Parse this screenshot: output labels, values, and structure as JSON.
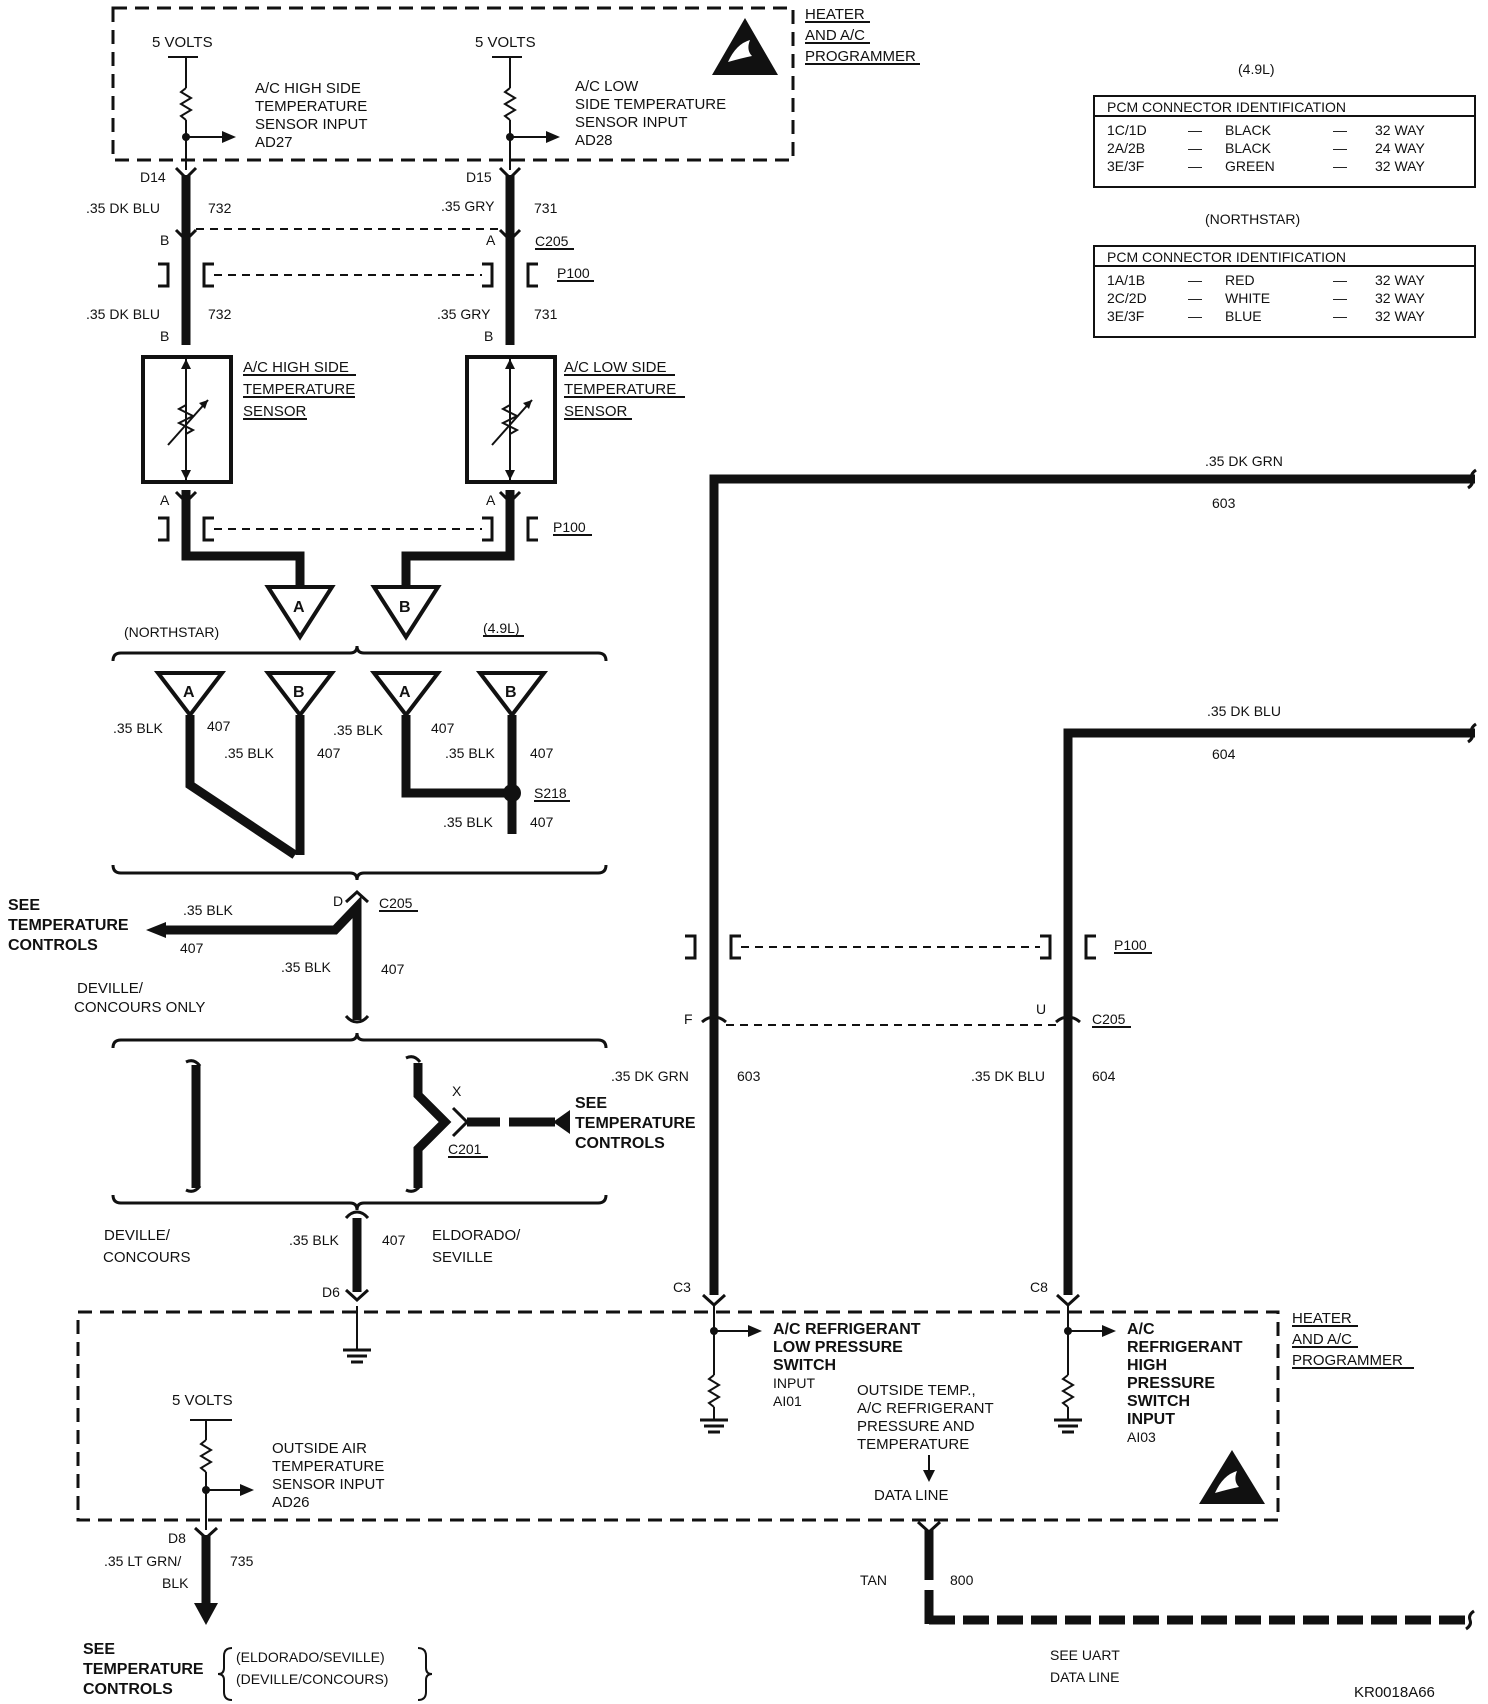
{
  "programmer_top": {
    "title_1": "HEATER",
    "title_2": "AND A/C",
    "title_3": "PROGRAMMER",
    "left_volts": "5 VOLTS",
    "right_volts": "5 VOLTS",
    "left_input_1": "A/C HIGH SIDE",
    "left_input_2": "TEMPERATURE",
    "left_input_3": "SENSOR INPUT",
    "left_input_4": "AD27",
    "right_input_1": "A/C LOW",
    "right_input_2": "SIDE TEMPERATURE",
    "right_input_3": "SENSOR INPUT",
    "right_input_4": "AD28",
    "left_pin": "D14",
    "right_pin": "D15"
  },
  "wires_top": {
    "left_color": ".35 DK BLU",
    "left_num": "732",
    "right_color": ".35 GRY",
    "right_num": "731",
    "left_pin_b": "B",
    "right_pin_a": "A",
    "c205": "C205",
    "p100": "P100",
    "left_color2": ".35 DK BLU",
    "left_num2": "732",
    "right_color2": ".35 GRY",
    "right_num2": "731",
    "left_pin_b2": "B",
    "right_pin_b2": "B"
  },
  "sensors": {
    "high_1": "A/C HIGH SIDE",
    "high_2": "TEMPERATURE",
    "high_3": "SENSOR",
    "low_1": "A/C LOW SIDE",
    "low_2": "TEMPERATURE",
    "low_3": "SENSOR",
    "pin_a_left": "A",
    "pin_a_right": "A",
    "p100": "P100"
  },
  "ground_block": {
    "tri_a": "A",
    "tri_b": "B",
    "northstar": "(NORTHSTAR)",
    "engine_49": "(4.9L)",
    "w1_color": ".35 BLK",
    "w1_num": "407",
    "w2_color": ".35 BLK",
    "w2_num": "407",
    "w3_color": ".35 BLK",
    "w3_num": "407",
    "w4_color": ".35 BLK",
    "w4_num": "407",
    "w5_color": ".35 BLK",
    "w5_num": "407",
    "splice": "S218"
  },
  "middle": {
    "see_1": "SEE",
    "see_2": "TEMPERATURE",
    "see_3": "CONTROLS",
    "w_color": ".35 BLK",
    "w_num": "407",
    "pin_d": "D",
    "c205": "C205",
    "w2_color": ".35 BLK",
    "w2_num": "407",
    "deville_1": "DEVILLE/",
    "deville_2": "CONCOURS ONLY",
    "pin_x": "X",
    "c201": "C201",
    "see2_1": "SEE",
    "see2_2": "TEMPERATURE",
    "see2_3": "CONTROLS",
    "deville_b1": "DEVILLE/",
    "deville_b2": "CONCOURS",
    "w3_color": ".35 BLK",
    "w3_num": "407",
    "eldorado_1": "ELDORADO/",
    "eldorado_2": "SEVILLE",
    "pin_d6": "D6"
  },
  "pcm_tables": {
    "t1_engine": "(4.9L)",
    "t1_header": "PCM CONNECTOR IDENTIFICATION",
    "t1_rows": [
      {
        "id": "1C/1D",
        "dash": "—",
        "color": "BLACK",
        "dash2": "—",
        "size": "32 WAY"
      },
      {
        "id": "2A/2B",
        "dash": "—",
        "color": "BLACK",
        "dash2": "—",
        "size": "24 WAY"
      },
      {
        "id": "3E/3F",
        "dash": "—",
        "color": "GREEN",
        "dash2": "—",
        "size": "32 WAY"
      }
    ],
    "t2_engine": "(NORTHSTAR)",
    "t2_header": "PCM CONNECTOR IDENTIFICATION",
    "t2_rows": [
      {
        "id": "1A/1B",
        "dash": "—",
        "color": "RED",
        "dash2": "—",
        "size": "32 WAY"
      },
      {
        "id": "2C/2D",
        "dash": "—",
        "color": "WHITE",
        "dash2": "—",
        "size": "32 WAY"
      },
      {
        "id": "3E/3F",
        "dash": "—",
        "color": "BLUE",
        "dash2": "—",
        "size": "32 WAY"
      }
    ]
  },
  "right_wires": {
    "grn_color": ".35 DK GRN",
    "grn_num": "603",
    "blu_color": ".35 DK BLU",
    "blu_num": "604",
    "p100": "P100",
    "pin_f": "F",
    "pin_u": "U",
    "c205": "C205",
    "grn_color2": ".35 DK GRN",
    "grn_num2": "603",
    "blu_color2": ".35 DK BLU",
    "blu_num2": "604",
    "pin_c3": "C3",
    "pin_c8": "C8"
  },
  "programmer_bottom": {
    "title_1": "HEATER",
    "title_2": "AND A/C",
    "title_3": "PROGRAMMER",
    "low_1": "A/C REFRIGERANT",
    "low_2": "LOW PRESSURE",
    "low_3": "SWITCH",
    "low_4": "INPUT",
    "low_5": "AI01",
    "high_1": "A/C",
    "high_2": "REFRIGERANT",
    "high_3": "HIGH",
    "high_4": "PRESSURE",
    "high_5": "SWITCH",
    "high_6": "INPUT",
    "high_7": "AI03",
    "outside_1": "OUTSIDE TEMP.,",
    "outside_2": "A/C REFRIGERANT",
    "outside_3": "PRESSURE AND",
    "outside_4": "TEMPERATURE",
    "data_line": "DATA LINE",
    "volts": "5 VOLTS",
    "oat_1": "OUTSIDE AIR",
    "oat_2": "TEMPERATURE",
    "oat_3": "SENSOR INPUT",
    "oat_4": "AD26",
    "pin_d8": "D8"
  },
  "bottom": {
    "w_color_1": ".35 LT GRN/",
    "w_color_2": "BLK",
    "w_num": "735",
    "see_1": "SEE",
    "see_2": "TEMPERATURE",
    "see_3": "CONTROLS",
    "opt_1": "(ELDORADO/SEVILLE)",
    "opt_2": "(DEVILLE/CONCOURS)",
    "tan": "TAN",
    "tan_num": "800",
    "uart_1": "SEE UART",
    "uart_2": "DATA LINE",
    "code": "KR0018A66"
  }
}
